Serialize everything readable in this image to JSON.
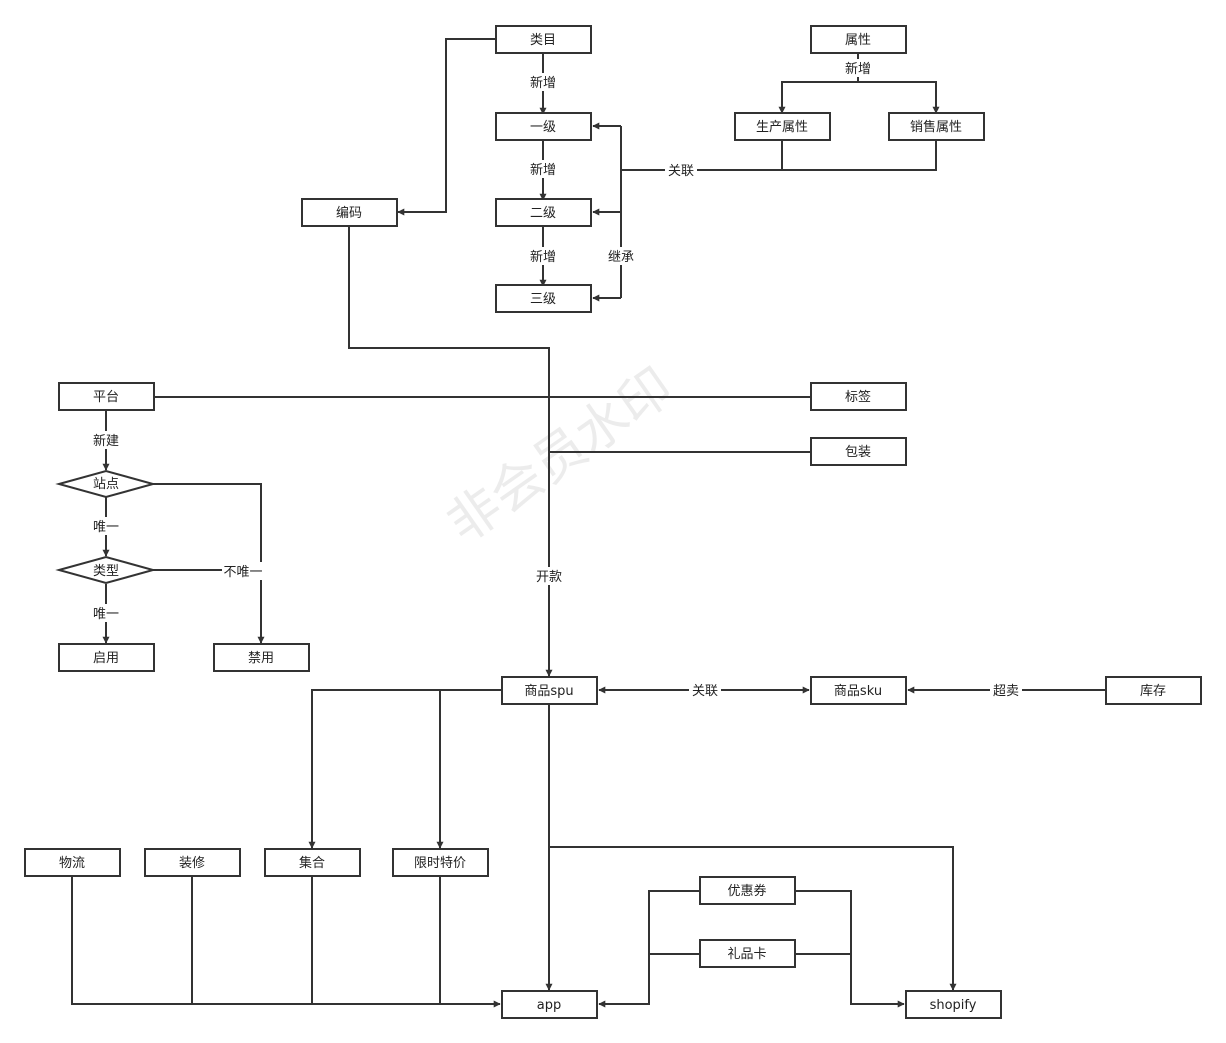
{
  "colors": {
    "stroke": "#333333",
    "text": "#222222",
    "background": "#ffffff"
  },
  "watermark": "非会员水印",
  "nodes": {
    "category": "类目",
    "level1": "一级",
    "level2": "二级",
    "level3": "三级",
    "attribute": "属性",
    "prod_attr": "生产属性",
    "sales_attr": "销售属性",
    "code": "编码",
    "platform": "平台",
    "tag": "标签",
    "package": "包装",
    "site": "站点",
    "type": "类型",
    "enable": "启用",
    "disable": "禁用",
    "spu": "商品spu",
    "sku": "商品sku",
    "inventory": "库存",
    "logistics": "物流",
    "decoration": "装修",
    "collection": "集合",
    "flash_sale": "限时特价",
    "coupon": "优惠券",
    "gift_card": "礼品卡",
    "app": "app",
    "shopify": "shopify"
  },
  "edge_labels": {
    "add1": "新增",
    "add2": "新增",
    "add3": "新增",
    "add_attr": "新增",
    "relate_attr": "关联",
    "inherit": "继承",
    "create": "新建",
    "unique1": "唯一",
    "unique2": "唯一",
    "not_unique": "不唯一",
    "launch": "开款",
    "relate_sku": "关联",
    "oversell": "超卖"
  }
}
